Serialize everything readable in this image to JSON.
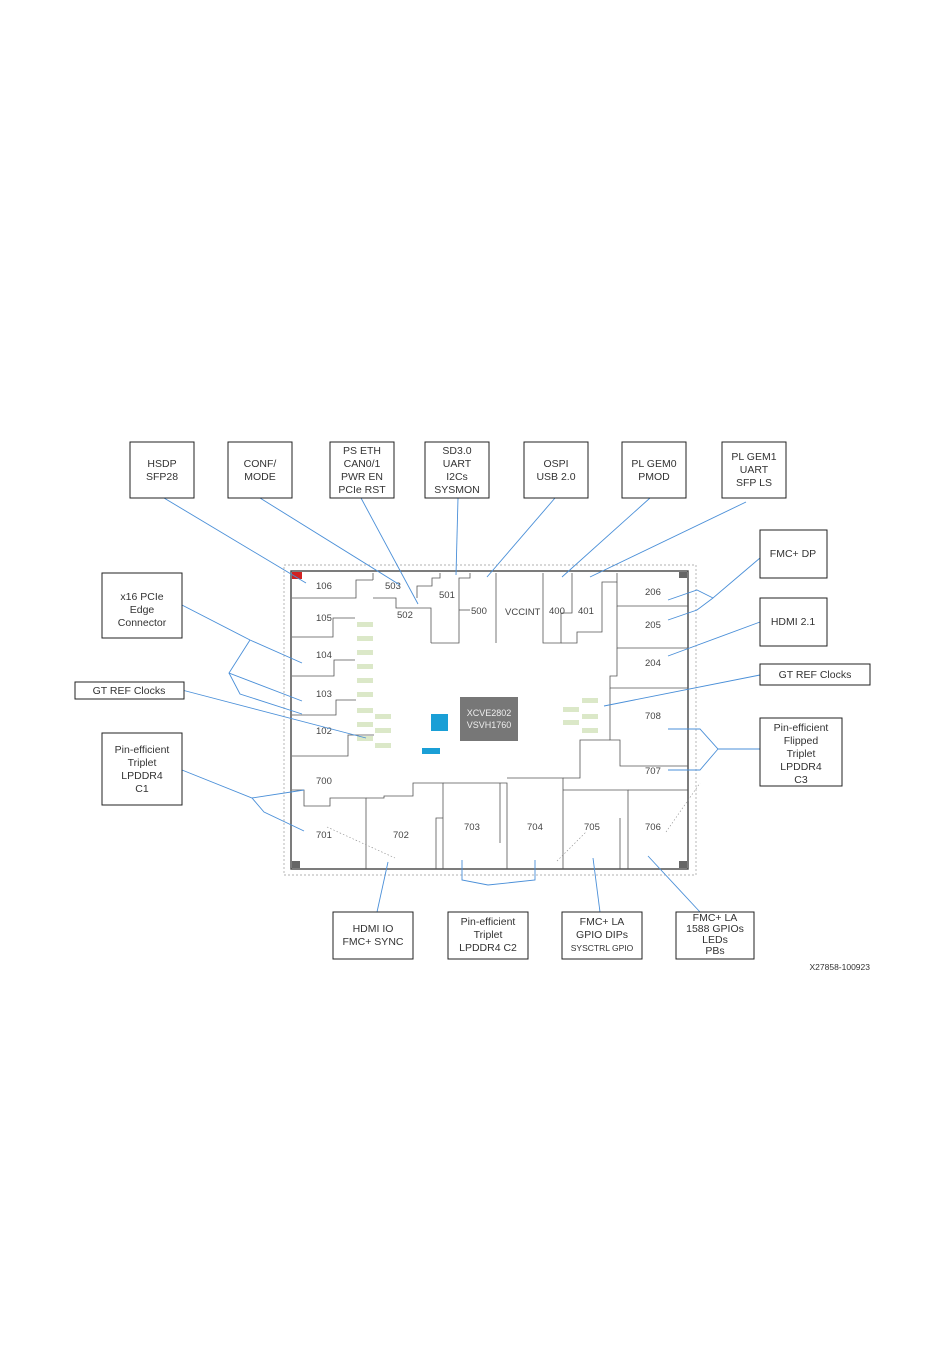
{
  "callouts": {
    "hsdp": [
      "HSDP",
      "SFP28"
    ],
    "conf": [
      "CONF/",
      "MODE"
    ],
    "pseth": [
      "PS ETH",
      "CAN0/1",
      "PWR EN",
      "PCIe RST"
    ],
    "sd": [
      "SD3.0",
      "UART",
      "I2Cs",
      "SYSMON"
    ],
    "ospi": [
      "OSPI",
      "USB 2.0"
    ],
    "plgem0": [
      "PL GEM0",
      "PMOD"
    ],
    "plgem1": [
      "PL GEM1",
      "UART",
      "SFP LS"
    ],
    "fmcdp": [
      "FMC+ DP"
    ],
    "hdmi21": [
      "HDMI 2.1"
    ],
    "gtref_right": [
      "GT REF Clocks"
    ],
    "c3": [
      "Pin-efficient",
      "Flipped",
      "Triplet",
      "LPDDR4",
      "C3"
    ],
    "pcie": [
      "x16 PCIe",
      "Edge",
      "Connector"
    ],
    "gtref_left": [
      "GT REF Clocks"
    ],
    "c1": [
      "Pin-efficient",
      "Triplet",
      "LPDDR4",
      "C1"
    ],
    "hdmiio": [
      "HDMI IO",
      "FMC+ SYNC"
    ],
    "c2": [
      "Pin-efficient",
      "Triplet",
      "LPDDR4 C2"
    ],
    "fmcla1": [
      "FMC+ LA",
      "GPIO DIPs",
      "SYSCTRL GPIO"
    ],
    "fmcla2": [
      "FMC+ LA",
      "1588 GPIOs",
      "LEDs",
      "PBs"
    ]
  },
  "banks": {
    "b106": "106",
    "b105": "105",
    "b104": "104",
    "b103": "103",
    "b102": "102",
    "b503": "503",
    "b502": "502",
    "b501": "501",
    "b500": "500",
    "vccint": "VCCINT",
    "b400": "400",
    "b401": "401",
    "b206": "206",
    "b205": "205",
    "b204": "204",
    "b708": "708",
    "b707": "707",
    "b700": "700",
    "b701": "701",
    "b702": "702",
    "b703": "703",
    "b704": "704",
    "b705": "705",
    "b706": "706"
  },
  "device": [
    "XCVE2802",
    "VSVH1760"
  ],
  "figure_id": "X27858-100923",
  "colors": {
    "connector": "#4a8fd8",
    "gt_ref": "#dbe8c8",
    "device": "#777777",
    "blue_block": "#1a9fd6",
    "corner_marker": "#d22222"
  }
}
